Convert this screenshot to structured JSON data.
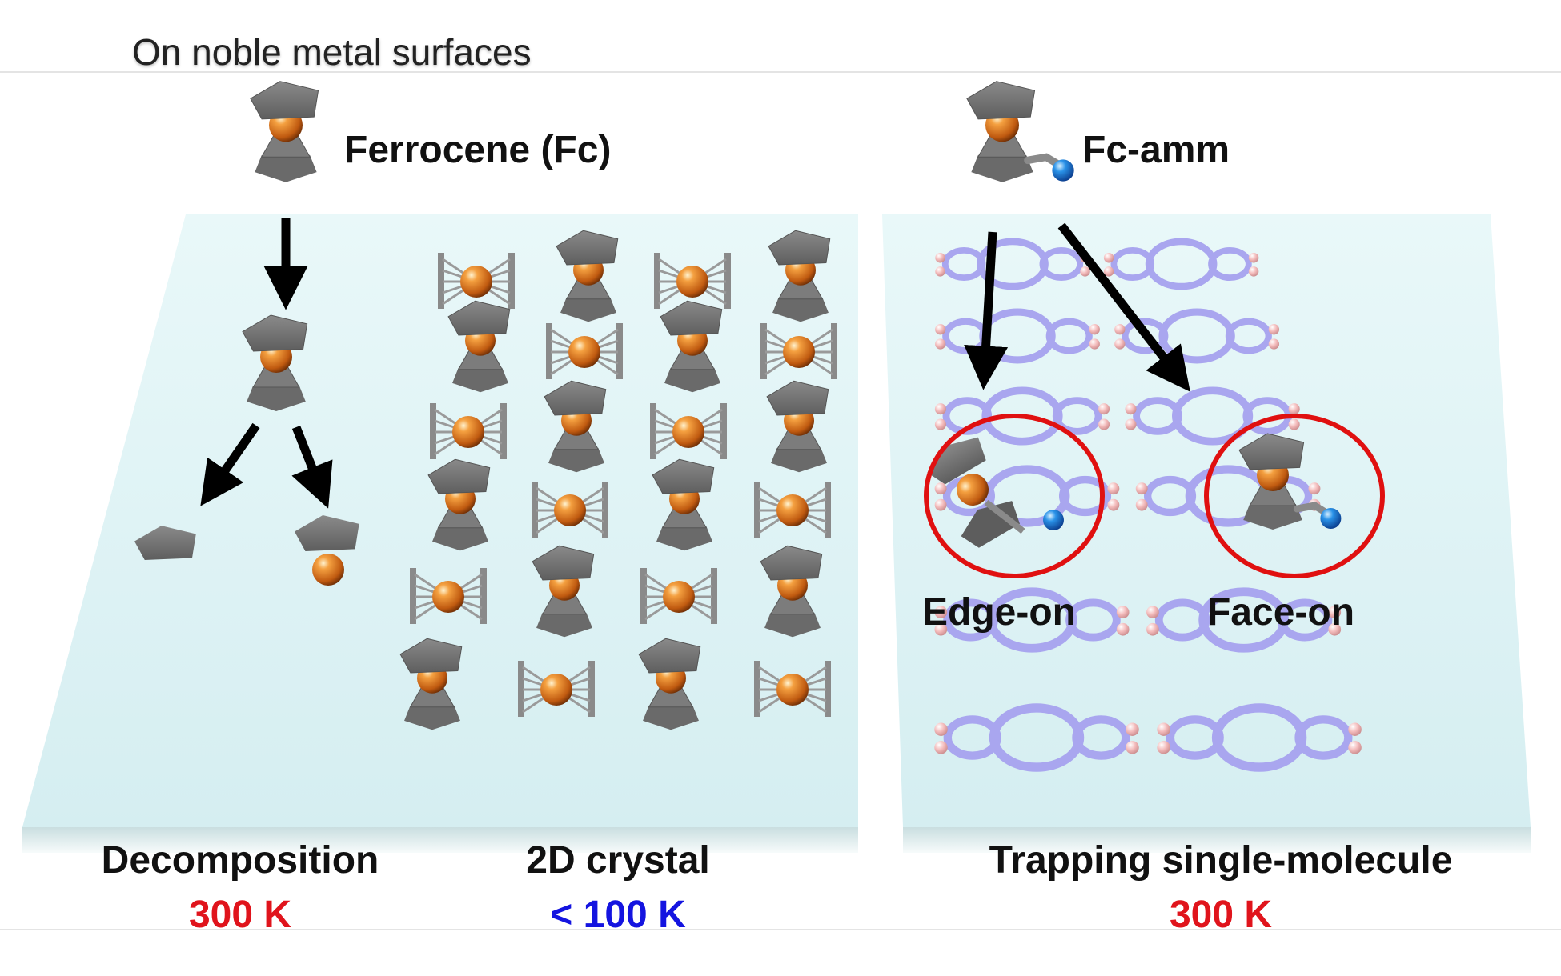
{
  "title": "On noble metal surfaces",
  "molecules": {
    "ferrocene": "Ferrocene (Fc)",
    "fc_amm": "Fc-amm"
  },
  "panels": {
    "decomposition": {
      "label": "Decomposition",
      "temperature": "300 K"
    },
    "crystal": {
      "label": "2D crystal",
      "temperature": "< 100 K"
    },
    "trapping": {
      "label": "Trapping single-molecule",
      "temperature": "300 K"
    }
  },
  "adsorption": {
    "edge_on": "Edge-on",
    "face_on": "Face-on"
  },
  "colors": {
    "surface": "#dff3f5",
    "surface_edge": "#b9cfd2",
    "iron": "#e07a1f",
    "ring": "#7a7a7a",
    "amine": "#1a78d2",
    "host_ring": "#a9a6ef",
    "host_cap": "#f3b6b8",
    "highlight": "#e01010",
    "temp_hot": "#e0141c",
    "temp_cold": "#1414e0"
  }
}
